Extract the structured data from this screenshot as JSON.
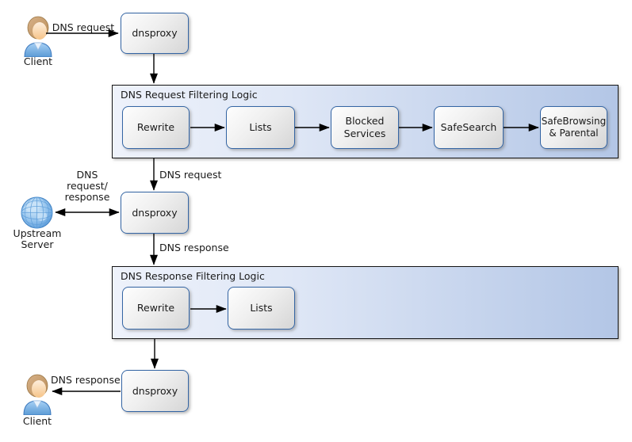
{
  "actors": {
    "client_top_label": "Client",
    "client_bottom_label": "Client",
    "upstream_label": "Upstream\nServer"
  },
  "proxies": {
    "top_label": "dnsproxy",
    "middle_label": "dnsproxy",
    "bottom_label": "dnsproxy"
  },
  "request_pipeline": {
    "title": "DNS Request Filtering Logic",
    "steps": [
      "Rewrite",
      "Lists",
      "Blocked Services",
      "SafeSearch",
      "SafeBrowsing & Parental"
    ]
  },
  "response_pipeline": {
    "title": "DNS Response Filtering Logic",
    "steps": [
      "Rewrite",
      "Lists"
    ]
  },
  "edge_labels": {
    "client_request": "DNS request",
    "filtered_request": "DNS request",
    "upstream_exchange": "DNS\nrequest/\nresponse",
    "upstream_response": "DNS response",
    "client_response": "DNS response"
  },
  "colors": {
    "node_border": "#3465a4",
    "node_fill_light": "#fefefe",
    "node_fill_dark": "#d6d6d6",
    "container_fill_left": "#eef2fb",
    "container_fill_right": "#b3c6e6",
    "container_border": "#141414",
    "arrow": "#000000"
  }
}
